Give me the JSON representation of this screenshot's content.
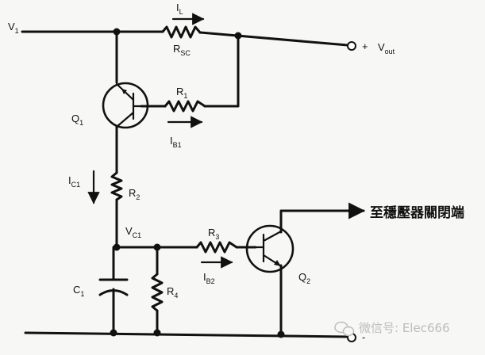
{
  "labels": {
    "v1": "V",
    "v1_sub": "1",
    "il": "I",
    "il_sub": "L",
    "rsc": "R",
    "rsc_sub": "SC",
    "plus": "+",
    "vout": "V",
    "vout_sub": "out",
    "q1": "Q",
    "q1_sub": "1",
    "r1": "R",
    "r1_sub": "1",
    "ib1": "I",
    "ib1_sub": "B1",
    "ic1": "I",
    "ic1_sub": "C1",
    "r2": "R",
    "r2_sub": "2",
    "vc1": "V",
    "vc1_sub": "C1",
    "r3": "R",
    "r3_sub": "3",
    "ib2": "I",
    "ib2_sub": "B2",
    "q2": "Q",
    "q2_sub": "2",
    "c1": "C",
    "c1_sub": "1",
    "r4": "R",
    "r4_sub": "4",
    "minus": "-",
    "to_shutdown": "至穩壓器關閉端"
  },
  "watermark": {
    "text": "微信号: Elec666",
    "icon": "wechat-icon"
  }
}
